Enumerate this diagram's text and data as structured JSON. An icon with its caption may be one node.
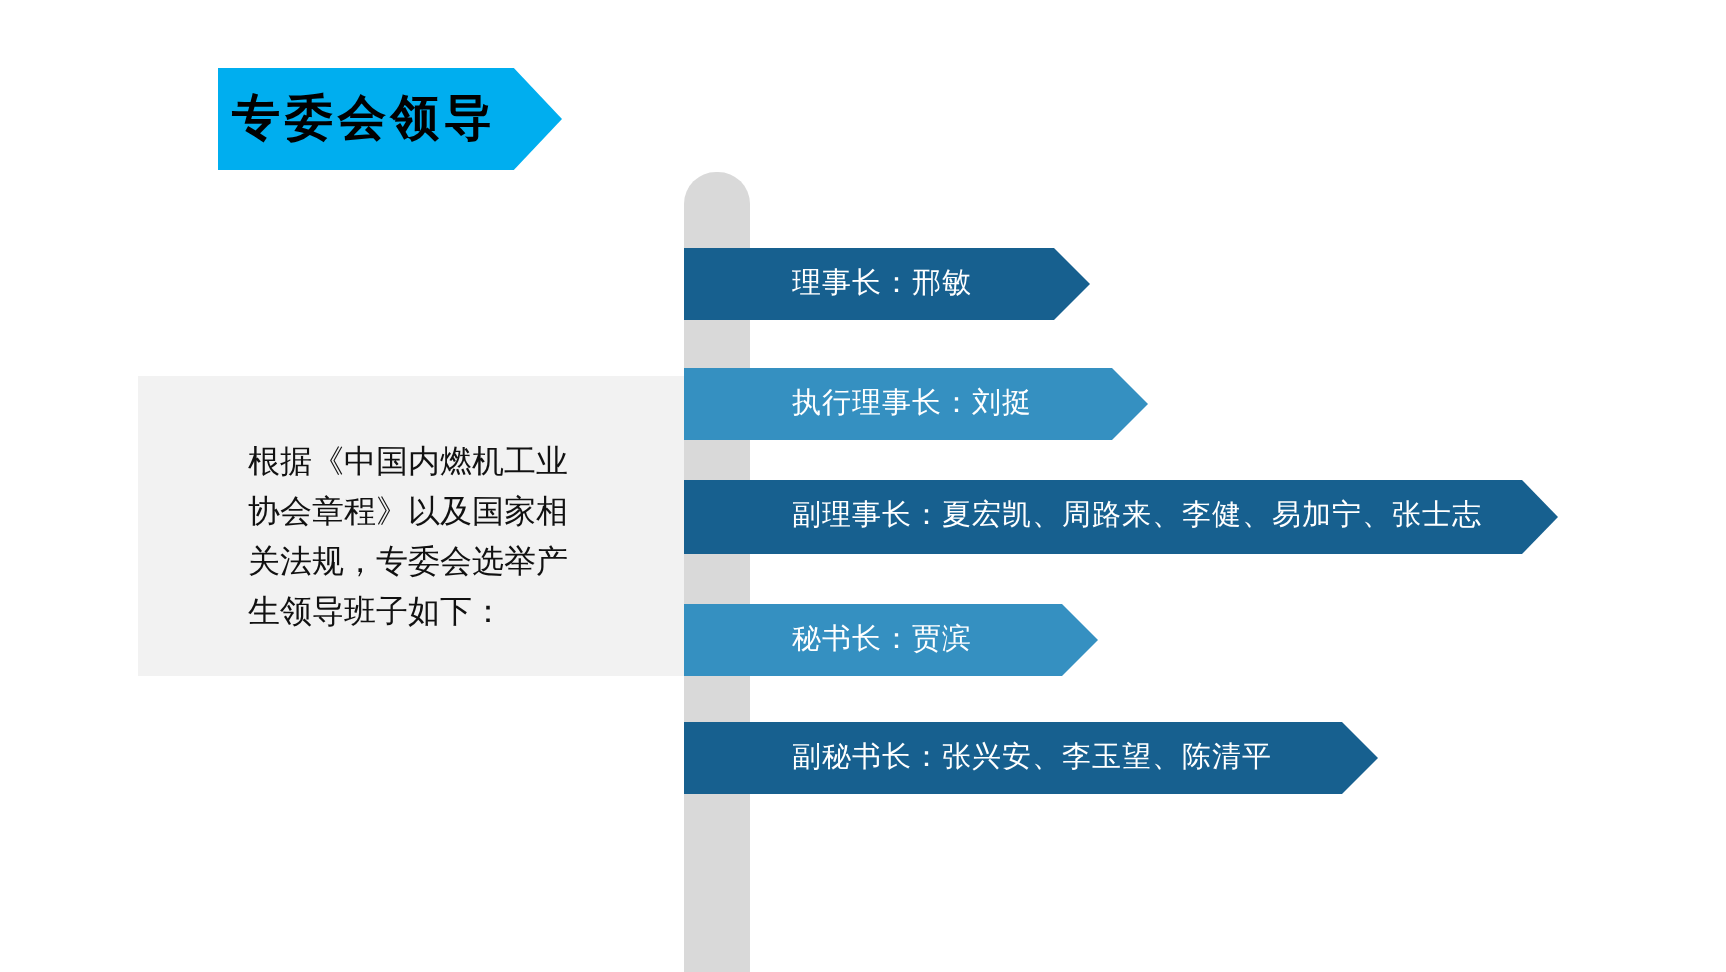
{
  "diagram": {
    "title": "专委会领导",
    "nodes": [
      {
        "text": [],
        "shape": "bar"
      },
      {
        "text": [
          "根据《中国内燃机工业协会章程》以及国家相关法规，专委会选举产生领导班子如下："
        ]
      },
      {
        "text": [
          "理事长：邢敏"
        ]
      },
      {
        "text": [
          "执行理事长：刘挺"
        ]
      },
      {
        "text": [
          "副理事长：夏宏凯、周路来、李健、易加宁、张士志"
        ]
      },
      {
        "text": [
          "秘书长：贾滨"
        ]
      },
      {
        "text": [
          "副秘书长：张兴安、李玉望、陈清平"
        ]
      }
    ]
  }
}
